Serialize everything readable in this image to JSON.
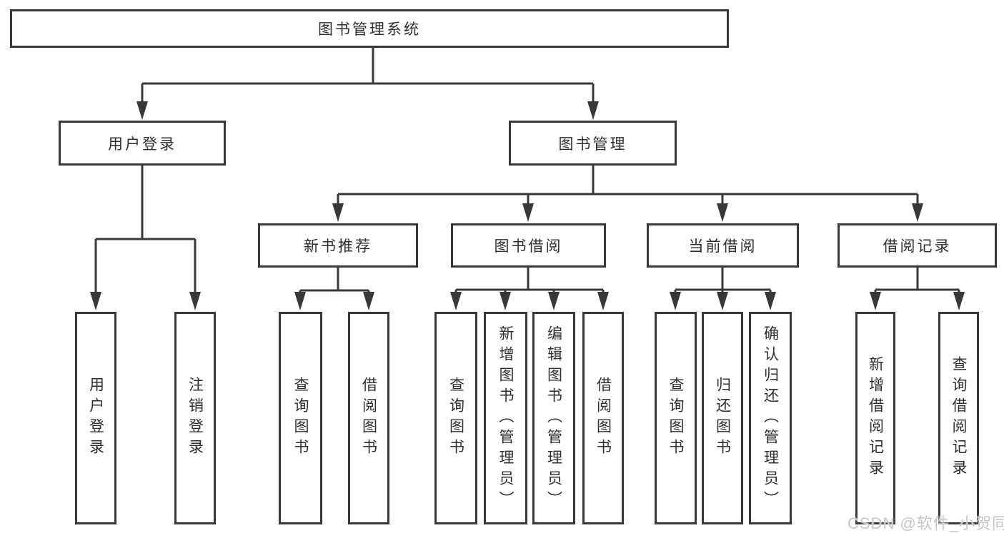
{
  "tree": {
    "root": {
      "label": "图书管理系统",
      "children": [
        {
          "label": "用户登录",
          "children": [
            {
              "label": "用户登录"
            },
            {
              "label": "注销登录"
            }
          ]
        },
        {
          "label": "图书管理",
          "children": [
            {
              "label": "新书推荐",
              "children": [
                {
                  "label": "查询图书"
                },
                {
                  "label": "借阅图书"
                }
              ]
            },
            {
              "label": "图书借阅",
              "children": [
                {
                  "label": "查询图书"
                },
                {
                  "label": "新增图书（管理员）"
                },
                {
                  "label": "编辑图书（管理员）"
                },
                {
                  "label": "借阅图书"
                }
              ]
            },
            {
              "label": "当前借阅",
              "children": [
                {
                  "label": "查询图书"
                },
                {
                  "label": "归还图书"
                },
                {
                  "label": "确认归还（管理员）"
                }
              ]
            },
            {
              "label": "借阅记录",
              "children": [
                {
                  "label": "新增借阅记录"
                },
                {
                  "label": "查询借阅记录"
                }
              ]
            }
          ]
        }
      ]
    }
  },
  "watermark": {
    "text": "CSDN @软件_小贺同学"
  },
  "colors": {
    "line": "#383838",
    "box_border": "#383838",
    "box_fill": "#ffffff",
    "text": "#2f2f2f",
    "background": "#ffffff",
    "watermark": "#c6c6c6"
  }
}
